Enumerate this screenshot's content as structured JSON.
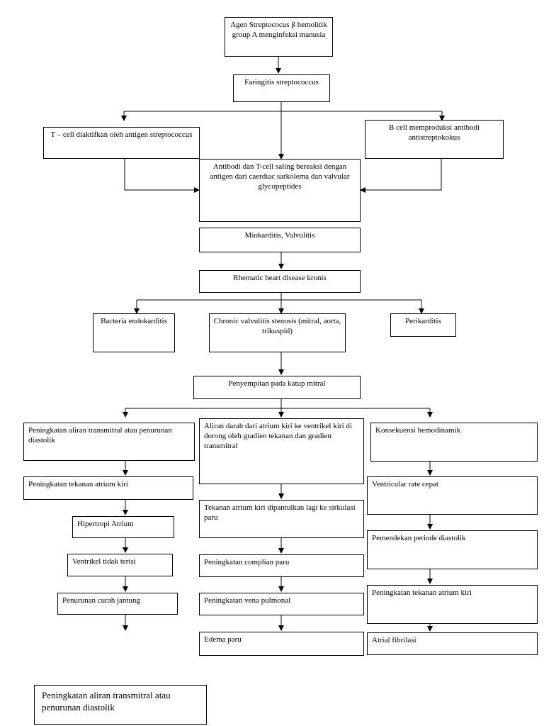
{
  "nodes": {
    "agen": "Agen Streptococus β hemolitik group A menginfeksi manusia",
    "faringitis": "Faringitis streptococcus",
    "tcell": "T – cell diaktifkan oleh antigen streptococcus",
    "bcell": "B cell memproduksi antibodi antistreptokokus",
    "antibodi": "Antibodi dan T-cell saling bereaksi dengan antigen dari caerdiac sarkolema dan valvular glycopeptides",
    "miokarditis": "Miokarditis, Valvulitis",
    "rhd": "Rhematic heart disease kronis",
    "bacteria": "Bacteria endokarditis",
    "chronic": "Chronic valvulitis stenosis (mitral, aorta, trikuspid)",
    "perikarditis": "Perikarditis",
    "penyempitan": "Penyempitan pada katup mitral",
    "left": {
      "l1": "Peningkatan aliran transmitral atau penurunan diastolik",
      "l2": "Peningkatan tekanan atrium kiri",
      "l3": "Hipertropi Atrium",
      "l4": "Ventrikel tidak terisi",
      "l5": "Penurunan curah jantung"
    },
    "middle": {
      "m1": "Aliran darah dari atrium kiri ke ventrikel kiri di dorong oleh gradien tekanan dan gradien transmitral",
      "m2": "Tekanan atrium kiri dipantulkan lagi ke sirkulasi paru",
      "m3": "Peningkatan complian paru",
      "m4": "Peningkatan vena pulmonal",
      "m5": "Edema paru"
    },
    "right": {
      "r1": "Konsekuensi hemodinamik",
      "r2": "Ventricular rate cepat",
      "r3": "Pemendekan periode diastolik",
      "r4": "Peningkatan tekanan atrium kiri",
      "r5": "Atrial fibrilasi"
    },
    "footer": "Peningkatan aliran transmitral atau penurunan diastolik"
  }
}
